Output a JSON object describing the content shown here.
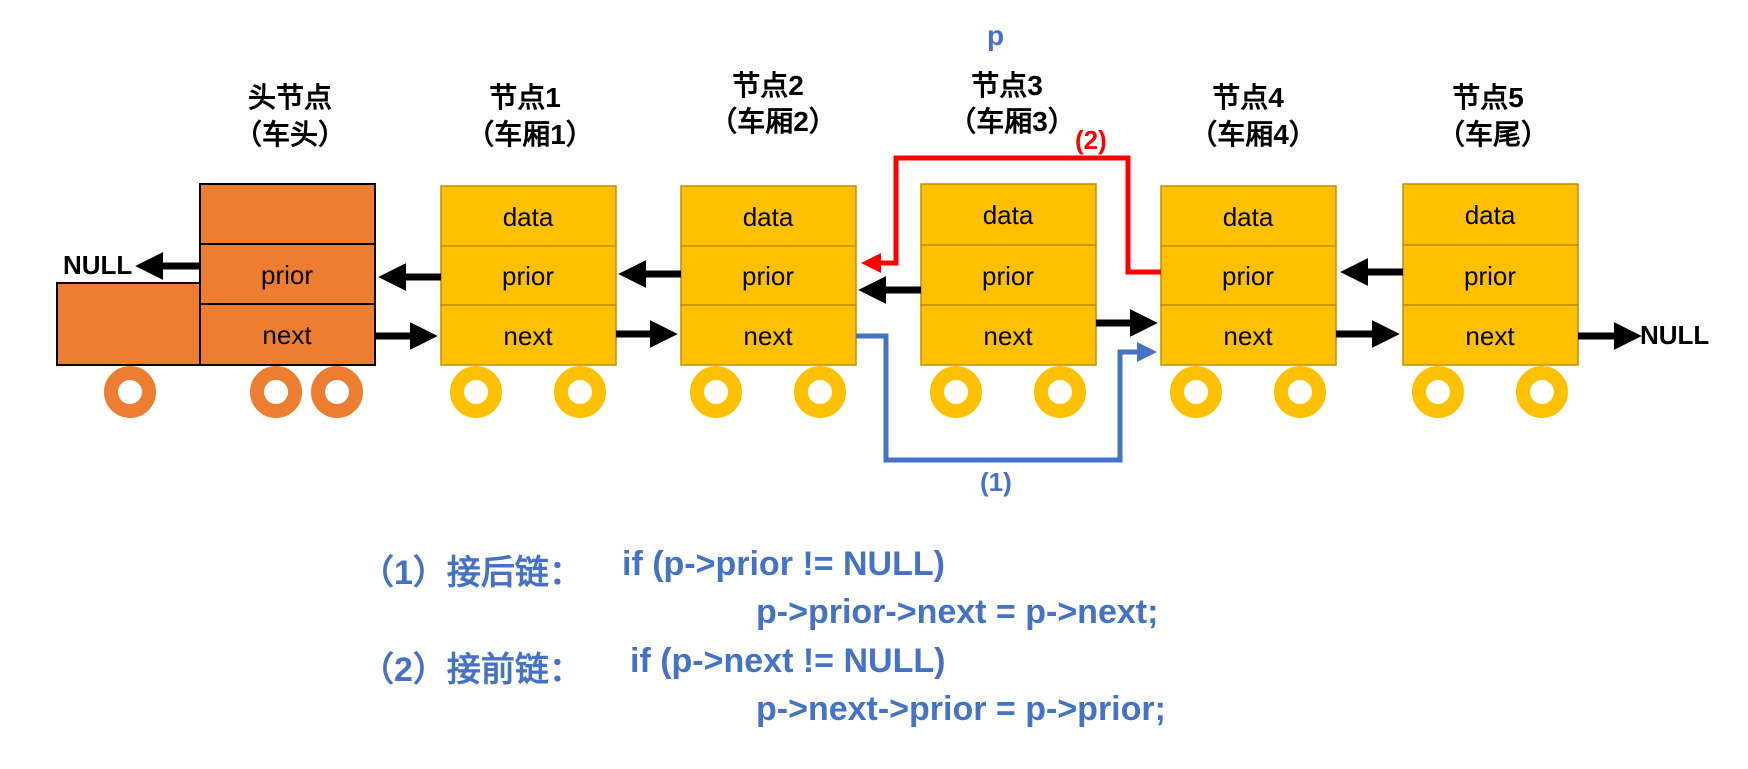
{
  "pointer_label": "p",
  "nodes": [
    {
      "title": "头节点",
      "subtitle": "（车头）",
      "fields": [
        "",
        "prior",
        "next"
      ]
    },
    {
      "title": "节点1",
      "subtitle": "（车厢1）",
      "fields": [
        "data",
        "prior",
        "next"
      ]
    },
    {
      "title": "节点2",
      "subtitle": "（车厢2）",
      "fields": [
        "data",
        "prior",
        "next"
      ]
    },
    {
      "title": "节点3",
      "subtitle": "（车厢3）",
      "fields": [
        "data",
        "prior",
        "next"
      ]
    },
    {
      "title": "节点4",
      "subtitle": "（车厢4）",
      "fields": [
        "data",
        "prior",
        "next"
      ]
    },
    {
      "title": "节点5",
      "subtitle": "（车尾）",
      "fields": [
        "data",
        "prior",
        "next"
      ]
    }
  ],
  "null_left": "NULL",
  "null_right": "NULL",
  "step1_label": "(1)",
  "step2_label": "(2)",
  "colors": {
    "head_fill": "#ED7D31",
    "node_fill": "#FFC000",
    "wheel_head": "#ED7D31",
    "wheel_node": "#FFC000",
    "blue": "#4472C4",
    "red": "#FF0000"
  },
  "code": {
    "line1_prefix": "（1）接后链：",
    "line1_code": "if (p->prior != NULL)",
    "line2_code": "p->prior->next = p->next;",
    "line3_prefix": "（2）接前链：",
    "line3_code": "if (p->next != NULL)",
    "line4_code": "p->next->prior = p->prior;"
  }
}
